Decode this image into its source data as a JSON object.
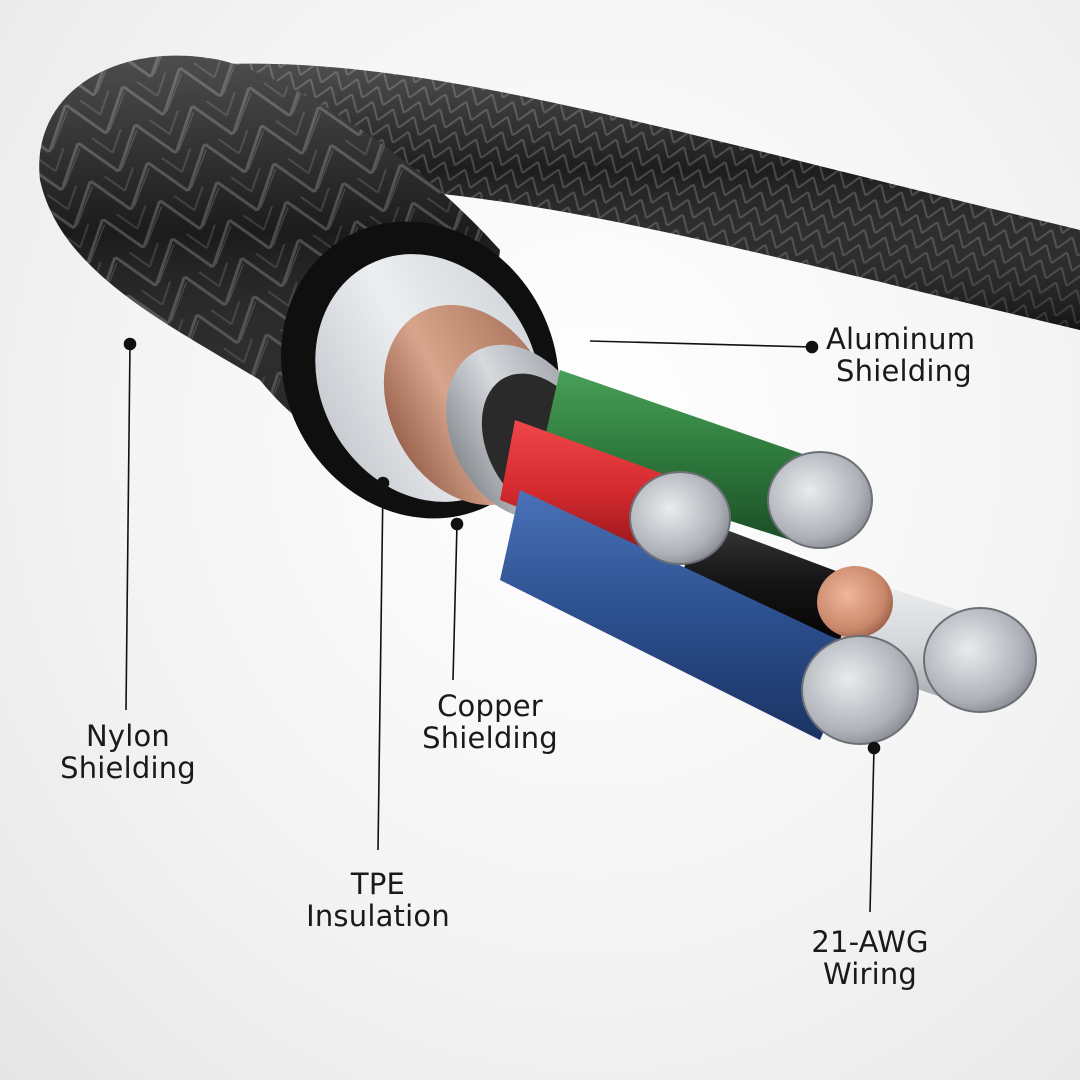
{
  "labels": {
    "aluminum": {
      "line1": "Aluminum",
      "line2": "Shielding"
    },
    "nylon": {
      "line1": "Nylon",
      "line2": "Shielding"
    },
    "copper": {
      "line1": "Copper",
      "line2": "Shielding"
    },
    "tpe": {
      "line1": "TPE",
      "line2": "Insulation"
    },
    "awg": {
      "line1": "21-AWG",
      "line2": "Wiring"
    }
  },
  "colors": {
    "braid": "#1c1c1c",
    "tpe": "#e4e6ea",
    "copper": "#c08a72",
    "aluminum": "#b9bcc1",
    "wire_green": "#2e7a3c",
    "wire_red": "#d42a2f",
    "wire_blue": "#2c4f8e",
    "wire_black": "#161616",
    "wire_white": "#dfe1e4",
    "strand": "#b8bcc2",
    "copper_strand": "#c9876a"
  }
}
